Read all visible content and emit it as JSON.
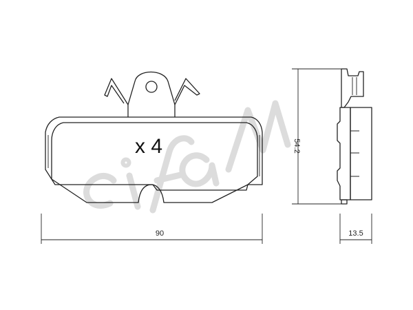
{
  "quantity_label": "x 4",
  "dimensions": {
    "width": "90",
    "height": "54.2",
    "thickness": "13.5"
  },
  "watermark": "cifam",
  "colors": {
    "pad_fill": "#d4d4d4",
    "outline": "#222222",
    "watermark": "#dcdcdc"
  }
}
